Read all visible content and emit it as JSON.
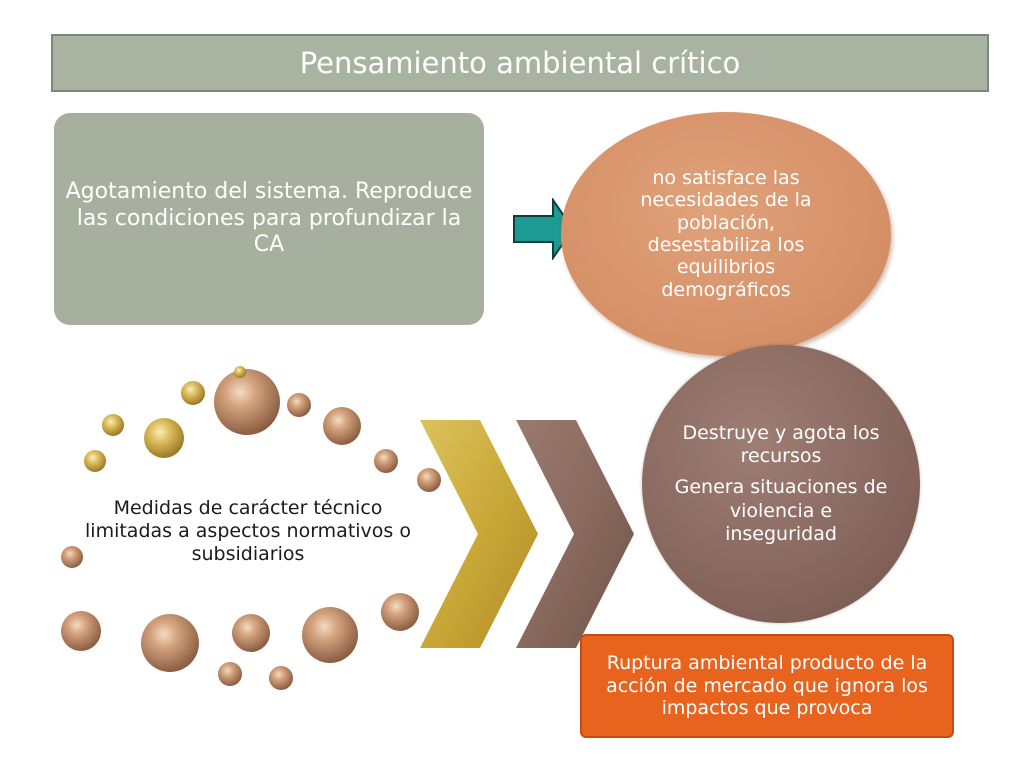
{
  "title": "Pensamiento ambiental crítico",
  "box_green": {
    "text": "Agotamiento del sistema. Reproduce las condiciones para profundizar la CA"
  },
  "oval_orange": {
    "text": "no satisface las necesidades de la población, desestabiliza los equilibrios demográficos"
  },
  "circle_brown": {
    "line1": "Destruye y agota los recursos",
    "line2": "Genera situaciones de violencia e inseguridad"
  },
  "measures": {
    "text": "Medidas de carácter técnico limitadas a aspectos normativos o subsidiarios"
  },
  "box_red": {
    "text": "Ruptura ambiental producto de la acción de mercado que ignora los impactos que provoca"
  },
  "colors": {
    "title_bg": "#a8b3a1",
    "green_box": "#a7b09e",
    "arrow": "#1c9a93",
    "orange_oval": "#d58f66",
    "brown_circle": "#85655b",
    "chevron_gold": "#c9a838",
    "chevron_brown": "#8a6a5e",
    "red_box": "#e8641e"
  }
}
